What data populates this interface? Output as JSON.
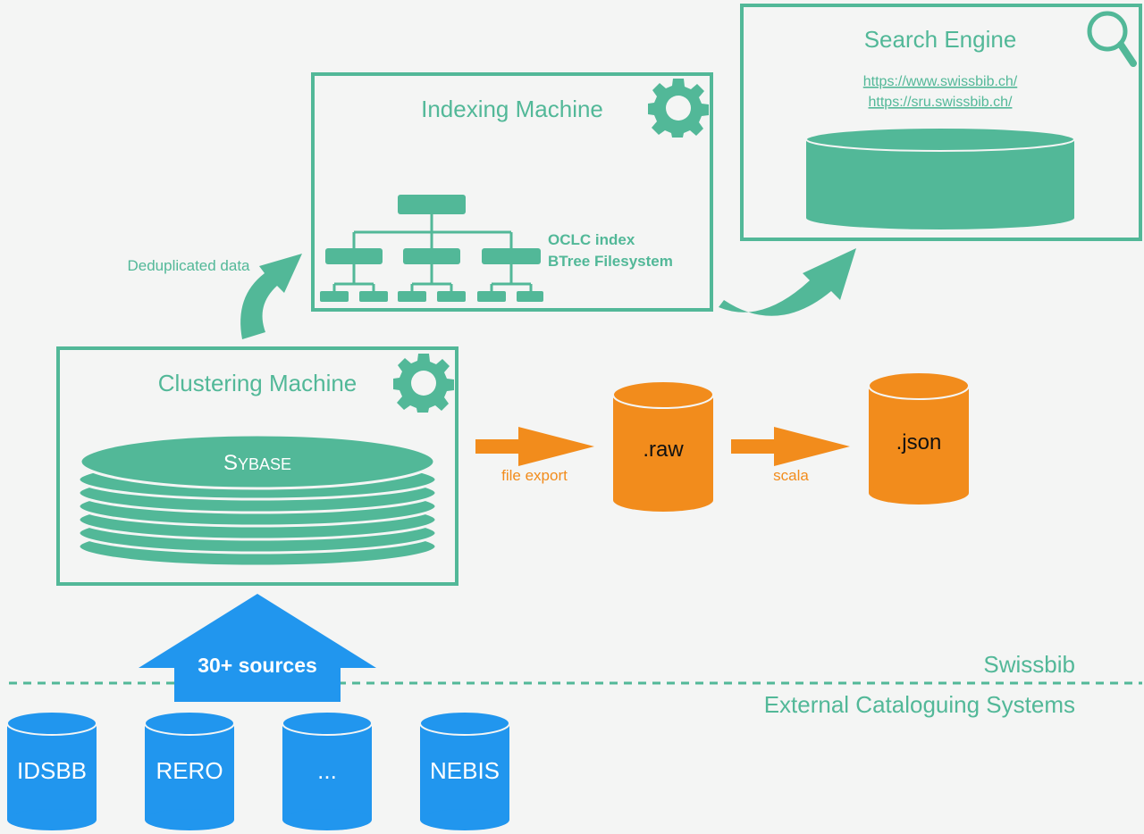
{
  "colors": {
    "green": "#52b898",
    "orange": "#f28c1c",
    "blue": "#2196ee",
    "background": "#f4f5f4"
  },
  "search_engine": {
    "title": "Search Engine",
    "links": [
      "https://www.swissbib.ch/",
      "https://sru.swissbib.ch/"
    ],
    "icon": "magnifier-icon"
  },
  "indexing_machine": {
    "title": "Indexing Machine",
    "index_lines": [
      "OCLC index",
      "BTree Filesystem"
    ],
    "icon": "gear-icon"
  },
  "clustering_machine": {
    "title": "Clustering Machine",
    "db_label_first": "S",
    "db_label_rest": "YBASE",
    "icon": "gear-icon"
  },
  "edges": {
    "dedup": "Deduplicated data",
    "file_export": "file export",
    "scala": "scala",
    "sources": "30+ sources"
  },
  "exports": {
    "raw": ".raw",
    "json": ".json"
  },
  "zones": {
    "inside": "Swissbib",
    "outside": "External Cataloguing Systems"
  },
  "sources": [
    "IDSBB",
    "RERO",
    "...",
    "NEBIS"
  ]
}
